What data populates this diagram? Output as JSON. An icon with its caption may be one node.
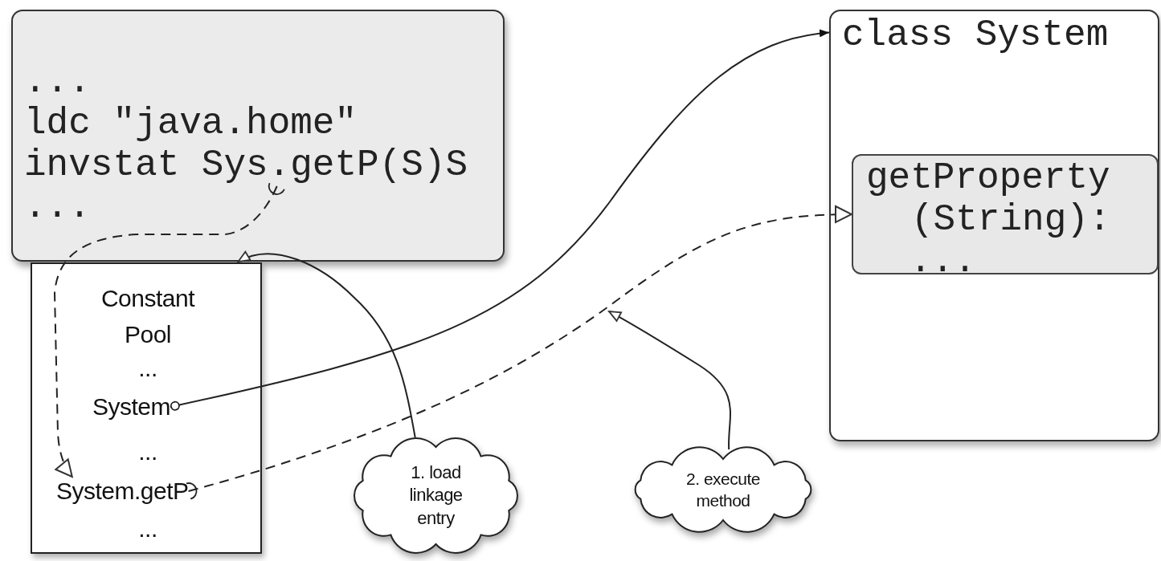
{
  "diagram": {
    "nodes": [
      {
        "text": [
          "...",
          "ldc \"java.home\"",
          "..."
        ]
      },
      {
        "text": [
          "invstat Sys.getP(S)S"
        ],
        "in": 0
      },
      {
        "text": [
          "Constant Pool",
          "...",
          "...",
          "..."
        ]
      },
      {
        "text": [
          "System"
        ],
        "in": 2
      },
      {
        "text": [
          "System.getP"
        ],
        "in": 2
      },
      {
        "text": [
          "class System"
        ]
      },
      {
        "text": [
          "getProperty (String):",
          "..."
        ],
        "in": 5
      },
      {
        "text": [
          "1. load linkage entry"
        ]
      },
      {
        "text": [
          "2. execute method"
        ]
      }
    ],
    "edges": [
      {
        "from": 1,
        "to": 4,
        "arrow": "to",
        "style": "dashed"
      },
      {
        "from": 3,
        "to": 5,
        "arrow": "to"
      },
      {
        "from": 4,
        "to": 6,
        "arrow": "to",
        "style": "dashed"
      },
      {
        "from": 7,
        "to": 0,
        "arrow": "to"
      },
      {
        "from": 8,
        "to": null,
        "arrow": "to"
      }
    ]
  }
}
